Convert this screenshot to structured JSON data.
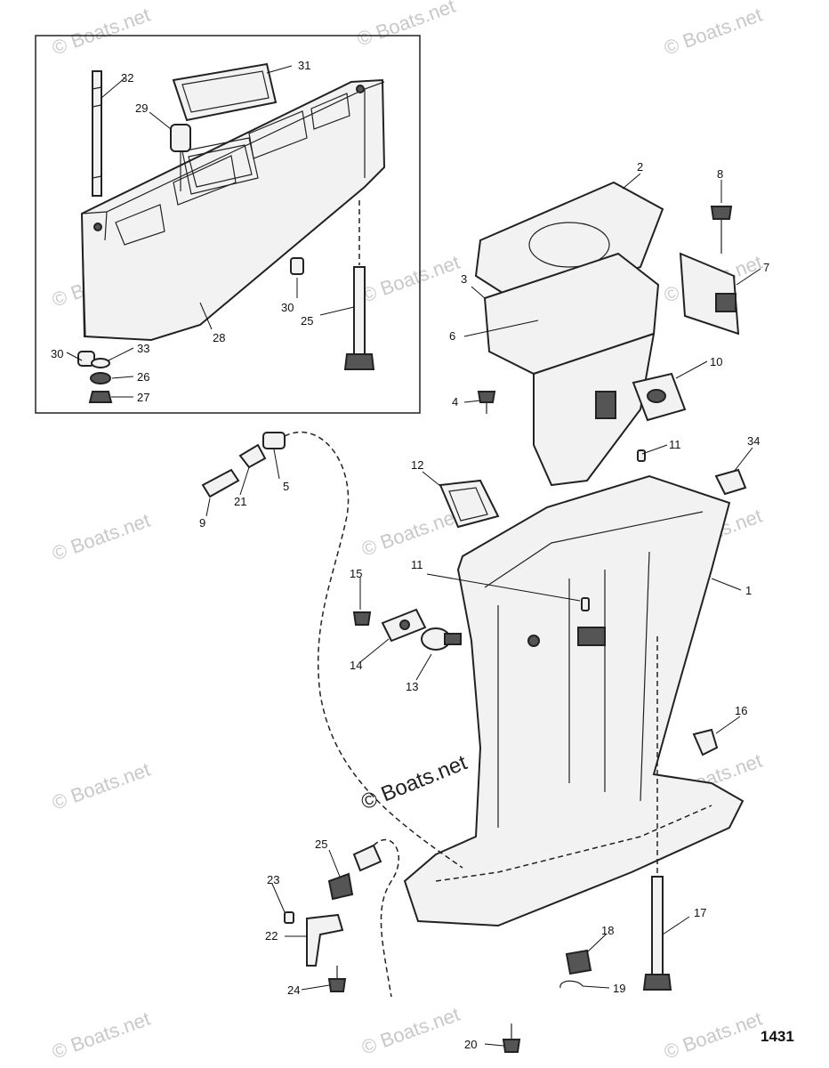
{
  "diagram": {
    "figure_number": "1431",
    "watermark": "© Boats.net",
    "center_watermark": "© Boats.net",
    "callouts": [
      {
        "id": "c31",
        "text": "31"
      },
      {
        "id": "c32",
        "text": "32"
      },
      {
        "id": "c29",
        "text": "29"
      },
      {
        "id": "c28",
        "text": "28"
      },
      {
        "id": "c30a",
        "text": "30"
      },
      {
        "id": "c30b",
        "text": "30"
      },
      {
        "id": "c25a",
        "text": "25"
      },
      {
        "id": "c33",
        "text": "33"
      },
      {
        "id": "c26",
        "text": "26"
      },
      {
        "id": "c27",
        "text": "27"
      },
      {
        "id": "c2",
        "text": "2"
      },
      {
        "id": "c8",
        "text": "8"
      },
      {
        "id": "c3",
        "text": "3"
      },
      {
        "id": "c7",
        "text": "7"
      },
      {
        "id": "c6",
        "text": "6"
      },
      {
        "id": "c10",
        "text": "10"
      },
      {
        "id": "c4",
        "text": "4"
      },
      {
        "id": "c11a",
        "text": "11"
      },
      {
        "id": "c34",
        "text": "34"
      },
      {
        "id": "c12",
        "text": "12"
      },
      {
        "id": "c5",
        "text": "5"
      },
      {
        "id": "c21",
        "text": "21"
      },
      {
        "id": "c9",
        "text": "9"
      },
      {
        "id": "c1",
        "text": "1"
      },
      {
        "id": "c15",
        "text": "15"
      },
      {
        "id": "c11b",
        "text": "11"
      },
      {
        "id": "c14",
        "text": "14"
      },
      {
        "id": "c13",
        "text": "13"
      },
      {
        "id": "c16",
        "text": "16"
      },
      {
        "id": "c25b",
        "text": "25"
      },
      {
        "id": "c23",
        "text": "23"
      },
      {
        "id": "c22",
        "text": "22"
      },
      {
        "id": "c24",
        "text": "24"
      },
      {
        "id": "c17",
        "text": "17"
      },
      {
        "id": "c18",
        "text": "18"
      },
      {
        "id": "c19",
        "text": "19"
      },
      {
        "id": "c20",
        "text": "20"
      }
    ]
  }
}
